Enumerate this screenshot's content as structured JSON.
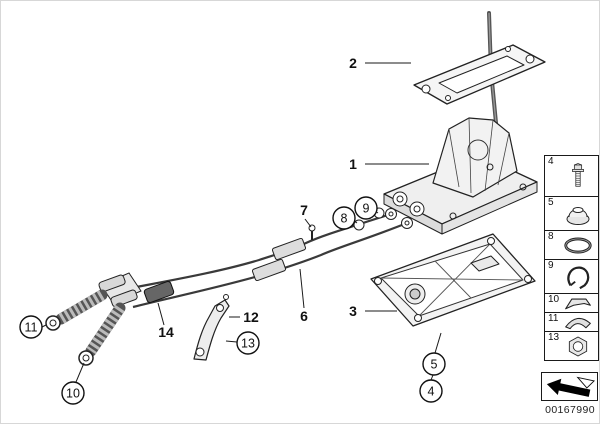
{
  "doc_number": "00167990",
  "colors": {
    "line": "#1a1a1a",
    "background": "#ffffff"
  },
  "callouts": {
    "items": [
      {
        "label": "1"
      },
      {
        "label": "2"
      },
      {
        "label": "3"
      },
      {
        "label": "4"
      },
      {
        "label": "5"
      },
      {
        "label": "6"
      },
      {
        "label": "7"
      },
      {
        "label": "8"
      },
      {
        "label": "9"
      },
      {
        "label": "10"
      },
      {
        "label": "11"
      },
      {
        "label": "12"
      },
      {
        "label": "13"
      },
      {
        "label": "14"
      }
    ]
  },
  "sidebar": {
    "items": [
      {
        "label": "4",
        "icon": "screw-icon"
      },
      {
        "label": "5",
        "icon": "grommet-icon"
      },
      {
        "label": "8",
        "icon": "o-ring-icon"
      },
      {
        "label": "9",
        "icon": "clamp-icon"
      },
      {
        "label": "10",
        "icon": "clip-icon"
      },
      {
        "label": "11",
        "icon": "spring-clip-icon"
      },
      {
        "label": "13",
        "icon": "nut-icon"
      }
    ]
  }
}
